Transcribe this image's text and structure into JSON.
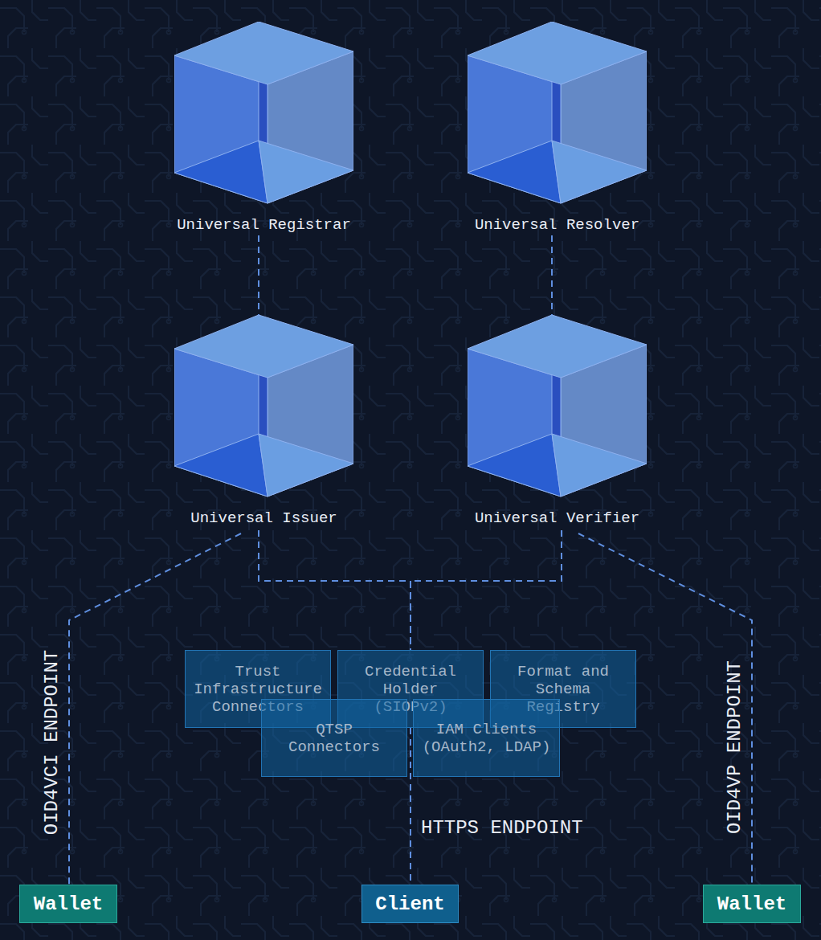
{
  "diagram": {
    "nodes": [
      {
        "text": [
          "Universal Registrar"
        ]
      },
      {
        "text": [
          "Universal Resolver"
        ]
      },
      {
        "text": [
          "Universal Issuer"
        ]
      },
      {
        "text": [
          "Universal Verifier"
        ]
      },
      {
        "text": [
          "Trust Infrastructure Connectors"
        ]
      },
      {
        "text": [
          "Credential Holder (SIOPv2)"
        ]
      },
      {
        "text": [
          "Format and Schema Registry"
        ]
      },
      {
        "text": [
          "QTSP Connectors"
        ]
      },
      {
        "text": [
          "IAM Clients (OAuth2, LDAP)"
        ]
      },
      {
        "text": [
          "Wallet"
        ]
      },
      {
        "text": [
          "Client"
        ]
      },
      {
        "text": [
          "Wallet"
        ]
      }
    ],
    "edges": [
      {
        "from": 0,
        "to": 2,
        "arrow": "none"
      },
      {
        "from": 1,
        "to": 3,
        "arrow": "none"
      },
      {
        "from": 2,
        "to": 9,
        "label": "OID4VCI ENDPOINT",
        "arrow": "none"
      },
      {
        "from": 3,
        "to": 11,
        "label": "OID4VP ENDPOINT",
        "arrow": "none"
      },
      {
        "from": 2,
        "to": 5,
        "arrow": "none"
      },
      {
        "from": 3,
        "to": 5,
        "arrow": "none"
      },
      {
        "from": 5,
        "to": 10,
        "label": "HTTPS ENDPOINT",
        "arrow": "none"
      }
    ]
  }
}
